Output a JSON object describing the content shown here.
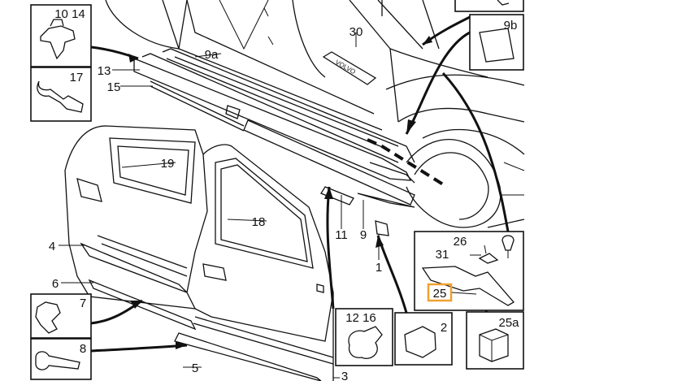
{
  "callouts": {
    "c10_14": "10 14",
    "c17": "17",
    "c13": "13",
    "c15": "15",
    "c9a": "9a",
    "c30": "30",
    "c9b": "9b",
    "c19": "19",
    "c18": "18",
    "c4": "4",
    "c6": "6",
    "c7": "7",
    "c8": "8",
    "c5": "5",
    "c3": "3",
    "c11": "11",
    "c9": "9",
    "c1": "1",
    "c12_16": "12 16",
    "c2": "2",
    "c26": "26",
    "c31": "31",
    "c25": "25",
    "c25a": "25a"
  },
  "badge_text": "VOLVO",
  "highlight_color": "#f0a030"
}
